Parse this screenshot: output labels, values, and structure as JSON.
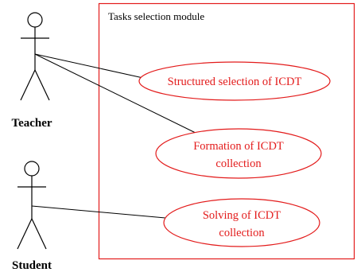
{
  "system_boundary": {
    "label": "Tasks selection module",
    "border_color": "#e31b1b"
  },
  "actors": [
    {
      "id": "teacher",
      "label": "Teacher"
    },
    {
      "id": "student",
      "label": "Student"
    }
  ],
  "use_cases": [
    {
      "id": "structured",
      "lines": [
        "Structured selection of ICDT"
      ]
    },
    {
      "id": "formation",
      "lines": [
        "Formation of ICDT",
        "collection"
      ]
    },
    {
      "id": "solving",
      "lines": [
        "Solving of ICDT",
        "collection"
      ]
    }
  ],
  "associations": [
    {
      "from": "teacher",
      "to": "structured"
    },
    {
      "from": "teacher",
      "to": "formation"
    },
    {
      "from": "student",
      "to": "solving"
    }
  ],
  "colors": {
    "use_case_stroke": "#e31b1b",
    "use_case_text": "#e31b1b",
    "line": "#000000",
    "actor_label": "#000000"
  }
}
